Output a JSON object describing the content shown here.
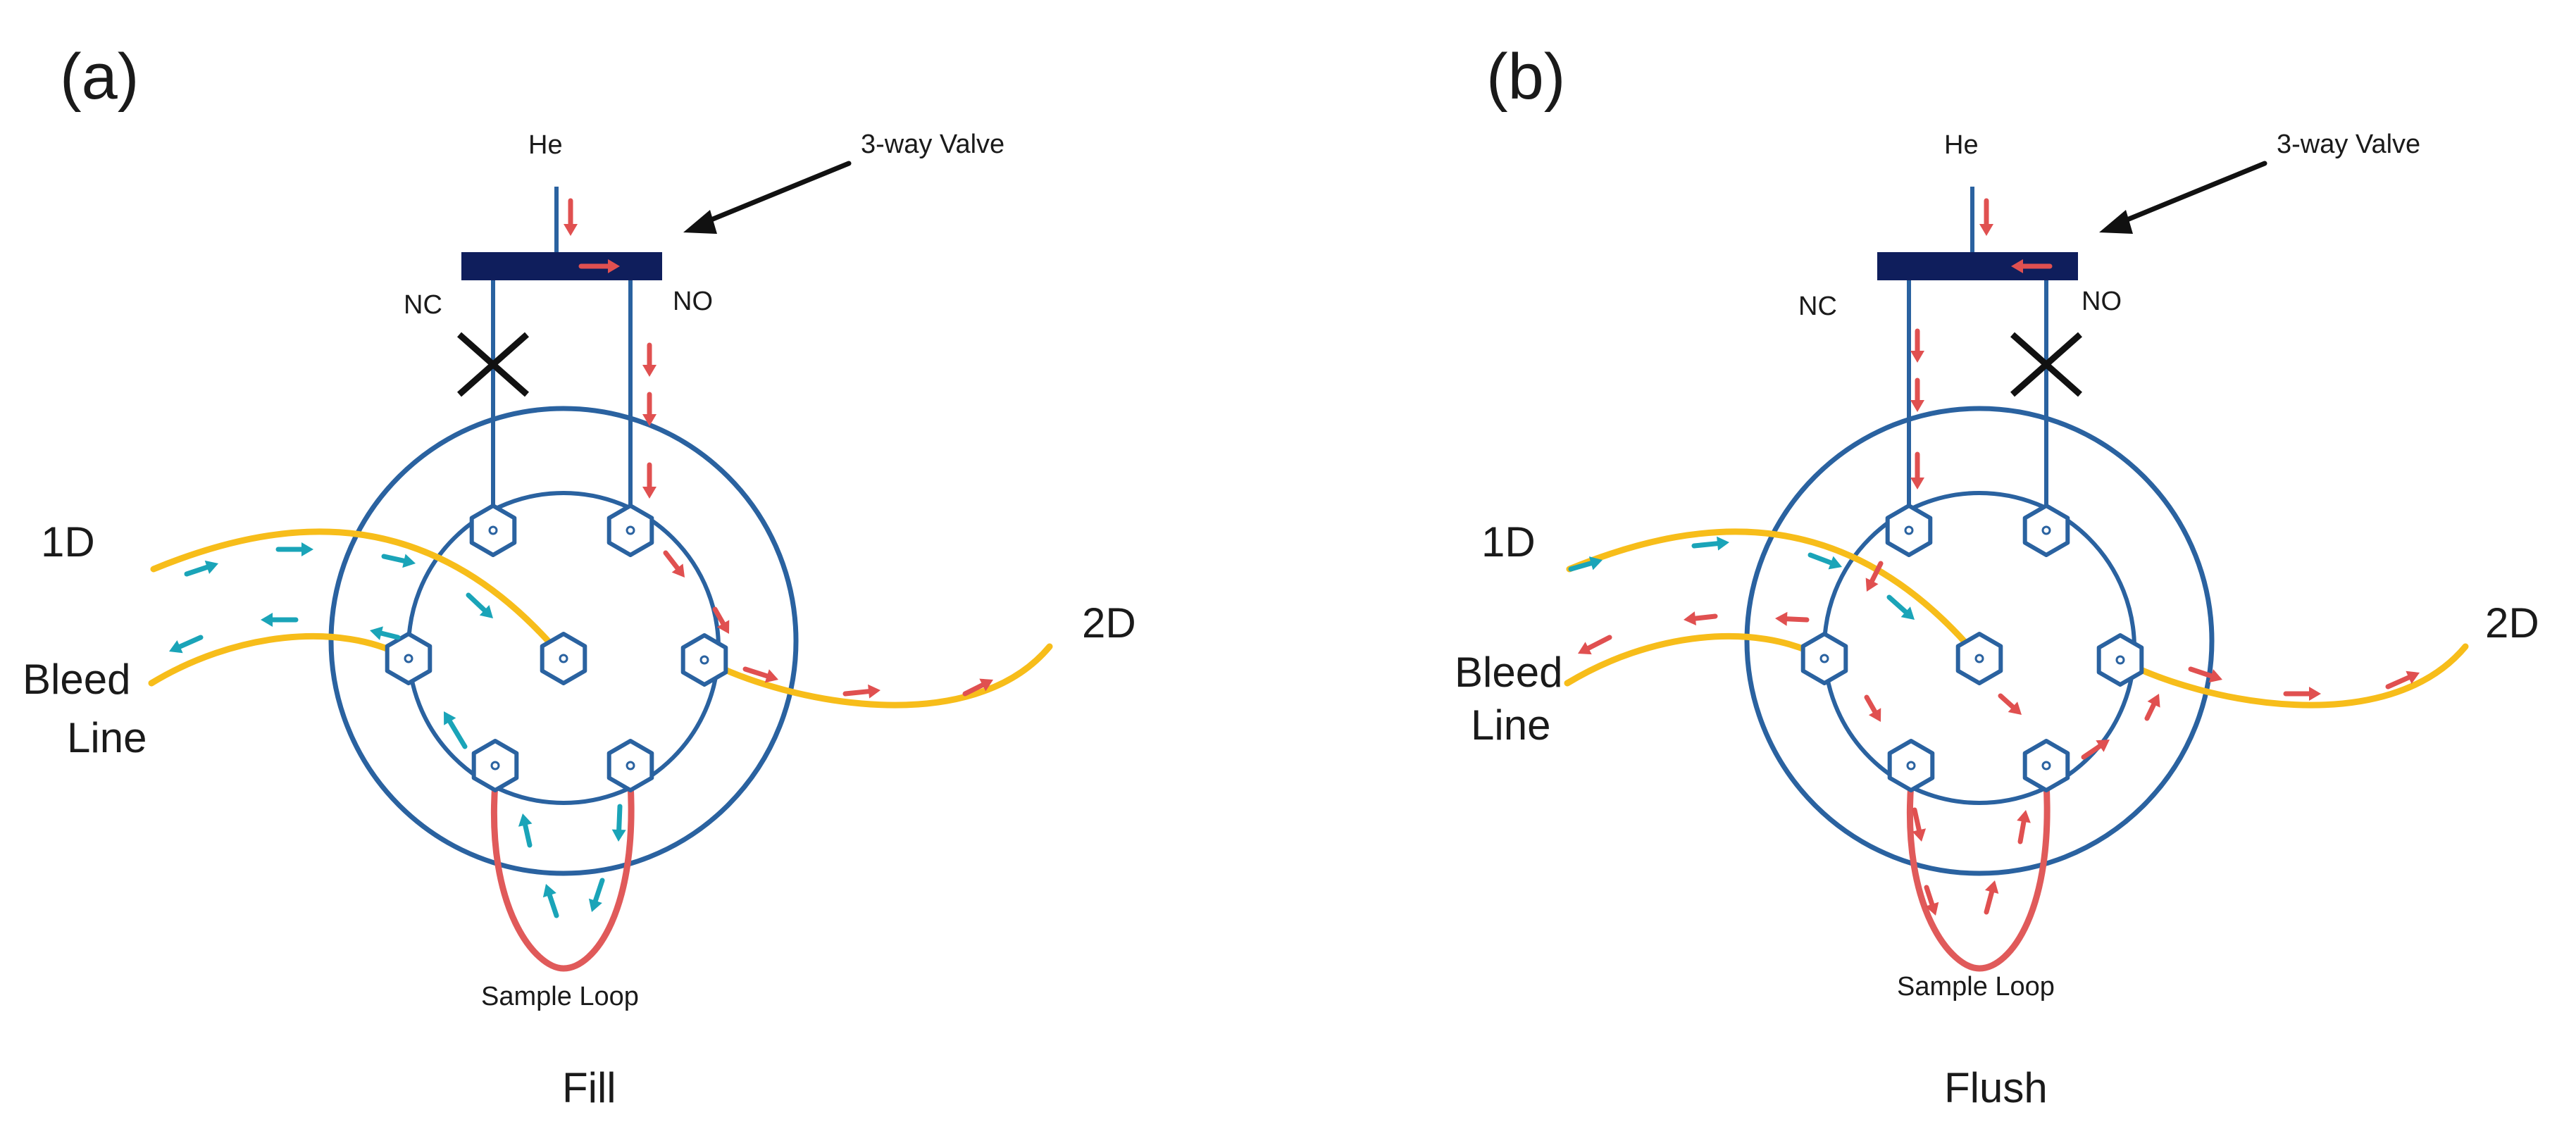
{
  "panels": [
    {
      "letter": "(a)",
      "caption": "Fill",
      "labels": {
        "he": "He",
        "valve": "3-way Valve",
        "nc": "NC",
        "no": "NO",
        "d1": "1D",
        "d2": "2D",
        "bleed1": "Bleed",
        "bleed2": "Line",
        "loop": "Sample Loop"
      },
      "closed_port": "NC",
      "loop_flow": "bleed"
    },
    {
      "letter": "(b)",
      "caption": "Flush",
      "labels": {
        "he": "He",
        "valve": "3-way Valve",
        "nc": "NC",
        "no": "NO",
        "d1": "1D",
        "d2": "2D",
        "bleed1": "Bleed",
        "bleed2": "Line",
        "loop": "Sample Loop"
      },
      "closed_port": "NO",
      "loop_flow": "carrier"
    }
  ],
  "colors": {
    "valve_body": "#0f1e5c",
    "line_blue": "#2a62a0",
    "column_yellow": "#f7bd1a",
    "loop_red": "#e05a5a",
    "arrow_red": "#e05050",
    "arrow_cyan": "#1aa4b8",
    "cross": "#111111",
    "pointer": "#111111"
  }
}
